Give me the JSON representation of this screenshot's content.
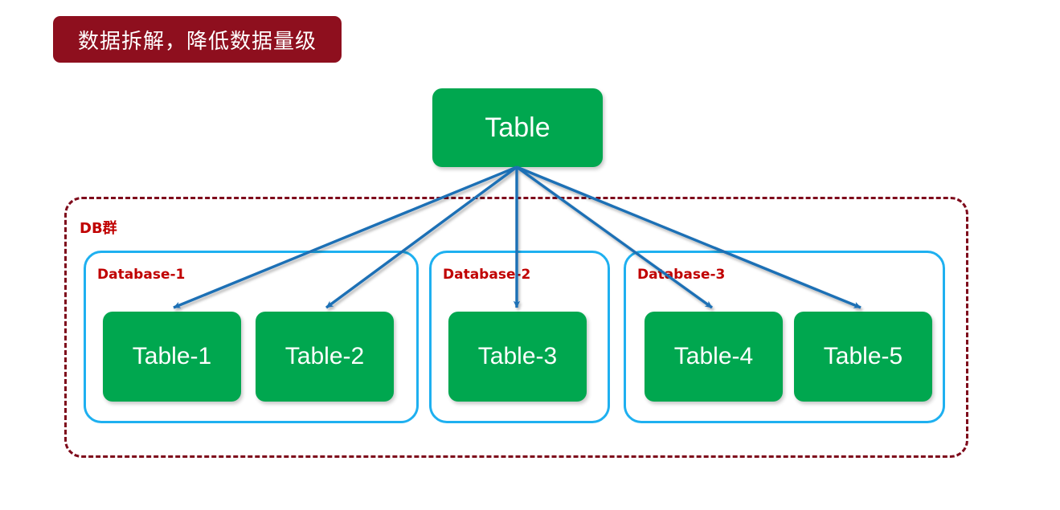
{
  "banner": {
    "text": "数据拆解，降低数据量级",
    "background_color": "#8E0F1E",
    "text_color": "#FFFFFF"
  },
  "diagram": {
    "type": "tree",
    "accent_colors": {
      "node_green": "#00A74F",
      "cluster_dashed_red": "#7E0A1B",
      "database_border_blue": "#1EB0F0",
      "label_red": "#C00000",
      "arrow_blue": "#1F6FB5"
    },
    "root": {
      "label": "Table"
    },
    "cluster": {
      "label": "DB群"
    },
    "databases": [
      {
        "label": "Database-1",
        "tables": [
          {
            "label": "Table-1"
          },
          {
            "label": "Table-2"
          }
        ]
      },
      {
        "label": "Database-2",
        "tables": [
          {
            "label": "Table-3"
          }
        ]
      },
      {
        "label": "Database-3",
        "tables": [
          {
            "label": "Table-4"
          },
          {
            "label": "Table-5"
          }
        ]
      }
    ],
    "edges": [
      {
        "from": "Table",
        "to": "Table-1"
      },
      {
        "from": "Table",
        "to": "Table-2"
      },
      {
        "from": "Table",
        "to": "Table-3"
      },
      {
        "from": "Table",
        "to": "Table-4"
      },
      {
        "from": "Table",
        "to": "Table-5"
      }
    ]
  }
}
